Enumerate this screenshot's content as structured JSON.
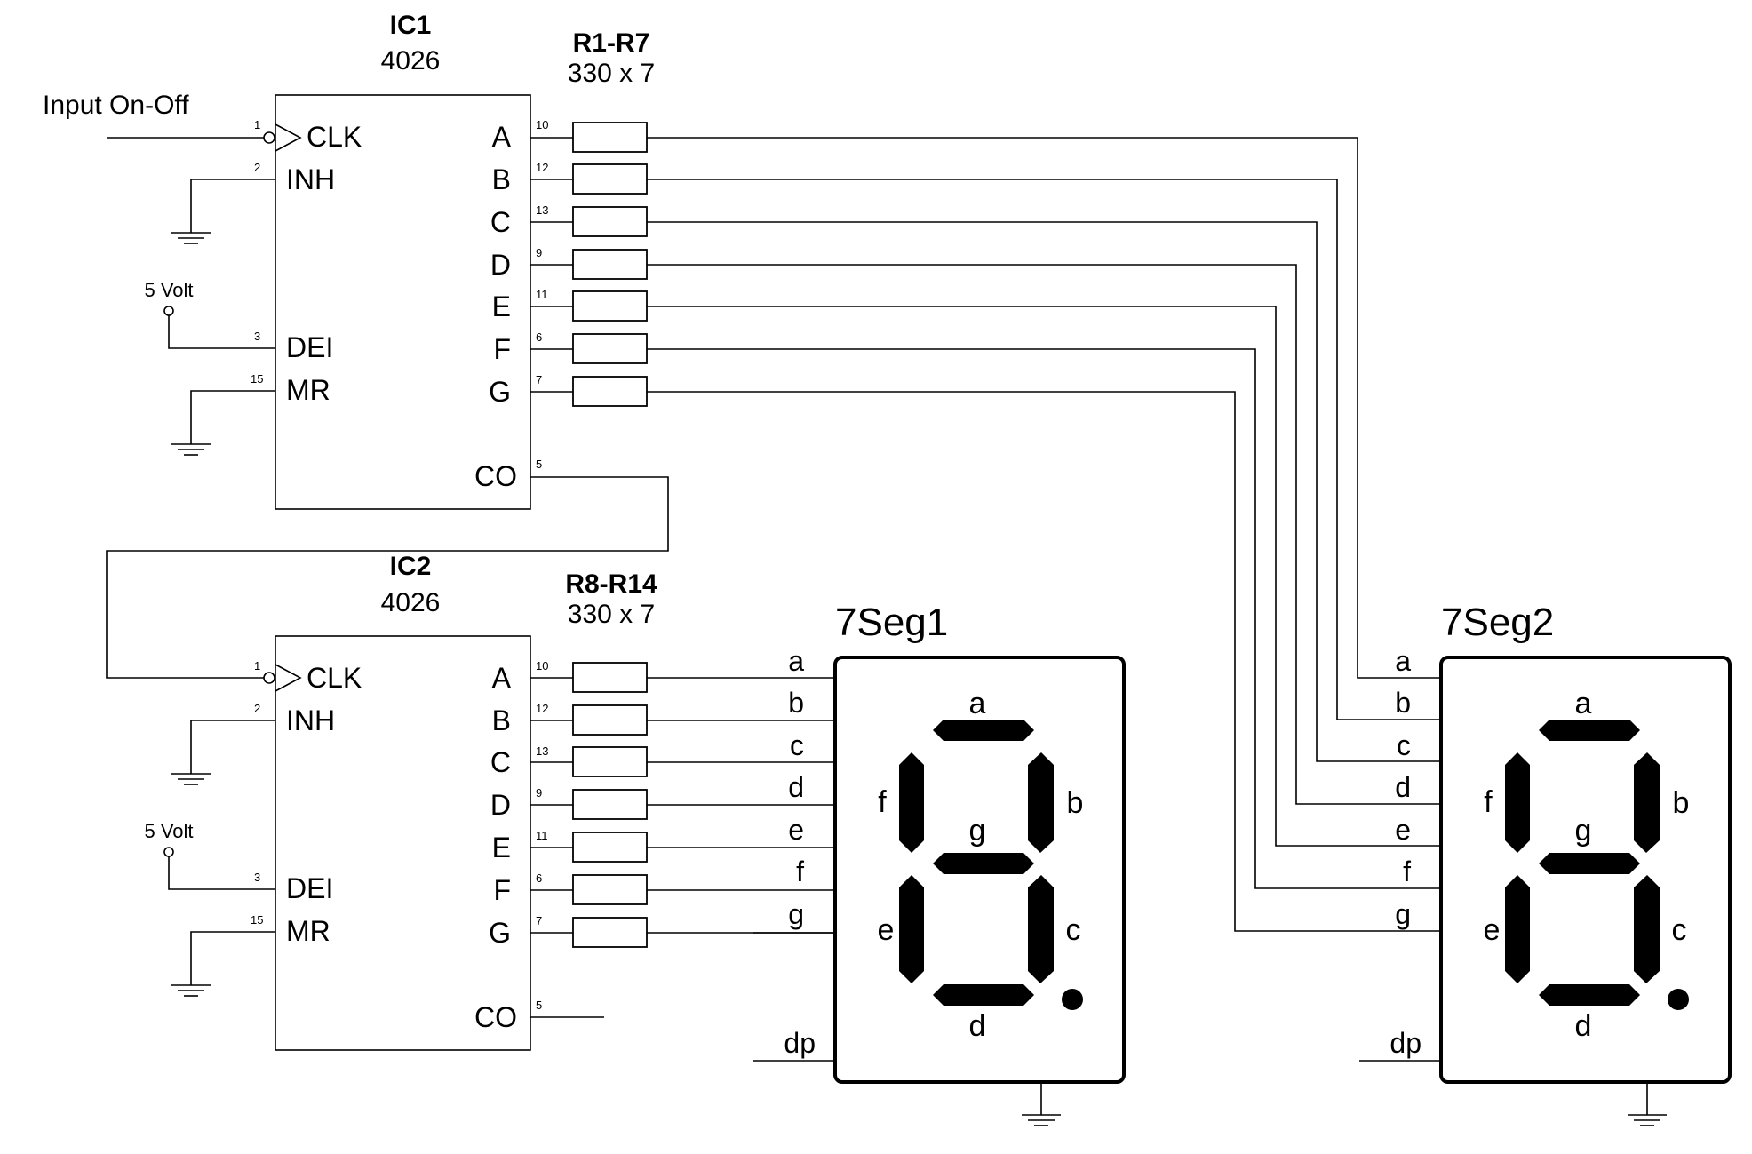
{
  "input_label": "Input On-Off",
  "supply_label": "5 Volt",
  "ics": [
    {
      "id": "ic1",
      "name": "IC1",
      "part": "4026",
      "left_pins": [
        {
          "num": "1",
          "label": "CLK"
        },
        {
          "num": "2",
          "label": "INH"
        },
        {
          "num": "3",
          "label": "DEI"
        },
        {
          "num": "15",
          "label": "MR"
        }
      ],
      "right_pins": [
        {
          "num": "10",
          "label": "A"
        },
        {
          "num": "12",
          "label": "B"
        },
        {
          "num": "13",
          "label": "C"
        },
        {
          "num": "9",
          "label": "D"
        },
        {
          "num": "11",
          "label": "E"
        },
        {
          "num": "6",
          "label": "F"
        },
        {
          "num": "7",
          "label": "G"
        },
        {
          "num": "5",
          "label": "CO"
        }
      ],
      "resistors": {
        "name": "R1-R7",
        "value": "330 x 7"
      }
    },
    {
      "id": "ic2",
      "name": "IC2",
      "part": "4026",
      "left_pins": [
        {
          "num": "1",
          "label": "CLK"
        },
        {
          "num": "2",
          "label": "INH"
        },
        {
          "num": "3",
          "label": "DEI"
        },
        {
          "num": "15",
          "label": "MR"
        }
      ],
      "right_pins": [
        {
          "num": "10",
          "label": "A"
        },
        {
          "num": "12",
          "label": "B"
        },
        {
          "num": "13",
          "label": "C"
        },
        {
          "num": "9",
          "label": "D"
        },
        {
          "num": "11",
          "label": "E"
        },
        {
          "num": "6",
          "label": "F"
        },
        {
          "num": "7",
          "label": "G"
        },
        {
          "num": "5",
          "label": "CO"
        }
      ],
      "resistors": {
        "name": "R8-R14",
        "value": "330 x 7"
      }
    }
  ],
  "displays": [
    {
      "id": "7seg1",
      "name": "7Seg1",
      "pins": [
        "a",
        "b",
        "c",
        "d",
        "e",
        "f",
        "g"
      ],
      "dp_label": "dp",
      "segment_labels": {
        "a": "a",
        "b": "b",
        "c": "c",
        "d": "d",
        "e": "e",
        "f": "f",
        "g": "g"
      }
    },
    {
      "id": "7seg2",
      "name": "7Seg2",
      "pins": [
        "a",
        "b",
        "c",
        "d",
        "e",
        "f",
        "g"
      ],
      "dp_label": "dp",
      "segment_labels": {
        "a": "a",
        "b": "b",
        "c": "c",
        "d": "d",
        "e": "e",
        "f": "f",
        "g": "g"
      }
    }
  ]
}
